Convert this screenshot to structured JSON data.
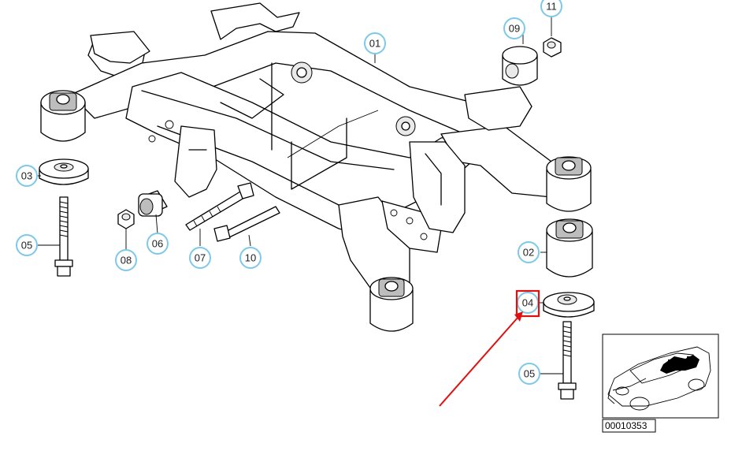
{
  "diagram": {
    "callouts": {
      "c01": "01",
      "c02": "02",
      "c03": "03",
      "c04": "04",
      "c05a": "05",
      "c05b": "05",
      "c06": "06",
      "c07": "07",
      "c08": "08",
      "c09": "09",
      "c10": "10",
      "c11": "11"
    },
    "highlighted_callout": "04",
    "reference_number": "00010353",
    "colors": {
      "callout_ring": "#7ec8ea",
      "highlight": "#e01010",
      "line": "#000000"
    }
  }
}
